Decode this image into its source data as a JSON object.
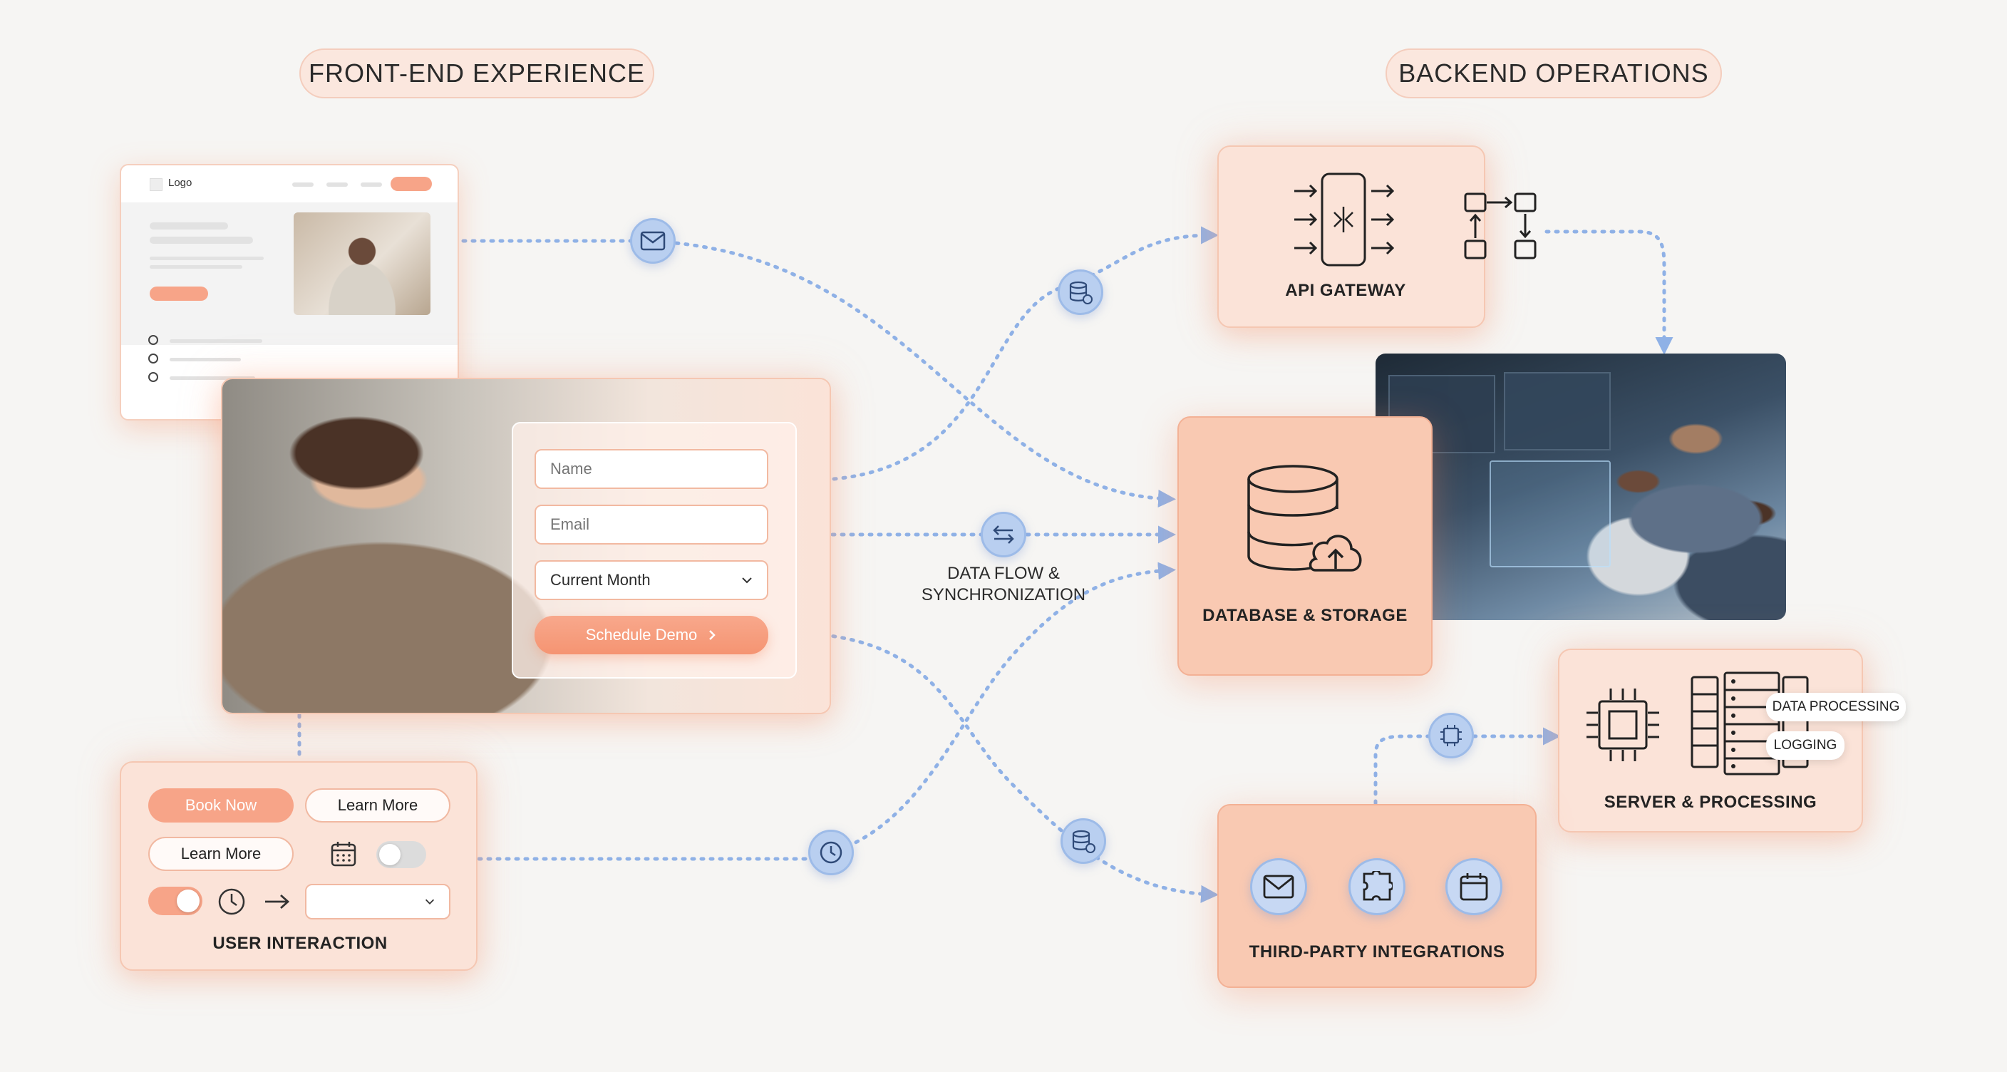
{
  "headings": {
    "front_end": "FRONT-END EXPERIENCE",
    "backend": "BACKEND OPERATIONS"
  },
  "website_mock": {
    "logo_text": "Logo"
  },
  "form": {
    "name_placeholder": "Name",
    "email_placeholder": "Email",
    "select_value": "Current Month",
    "cta_label": "Schedule Demo"
  },
  "user_interaction": {
    "label": "USER INTERACTION",
    "book_now": "Book Now",
    "learn_more_1": "Learn More",
    "learn_more_2": "Learn More",
    "select_value": ""
  },
  "data_flow": {
    "line1": "DATA FLOW &",
    "line2": "SYNCHRONIZATION"
  },
  "backend": {
    "api_gateway": "API GATEWAY",
    "database": "DATABASE & STORAGE",
    "server": "SERVER & PROCESSING",
    "data_processing_tag": "DATA PROCESSING",
    "logging_tag": "LOGGING",
    "third_party": "THIRD-PARTY INTEGRATIONS"
  },
  "icons": {
    "nodes": [
      "mail-icon",
      "database-cloud-icon",
      "swap-arrows-icon",
      "clock-icon",
      "database-cloud-icon",
      "chip-icon"
    ],
    "integrations": [
      "mail-icon",
      "puzzle-icon",
      "calendar-icon"
    ]
  },
  "colors": {
    "accent_orange": "#f7a488",
    "card_peach": "#fbe3d8",
    "connector_blue": "#8fb1e6",
    "node_blue": "#b9cff0"
  }
}
